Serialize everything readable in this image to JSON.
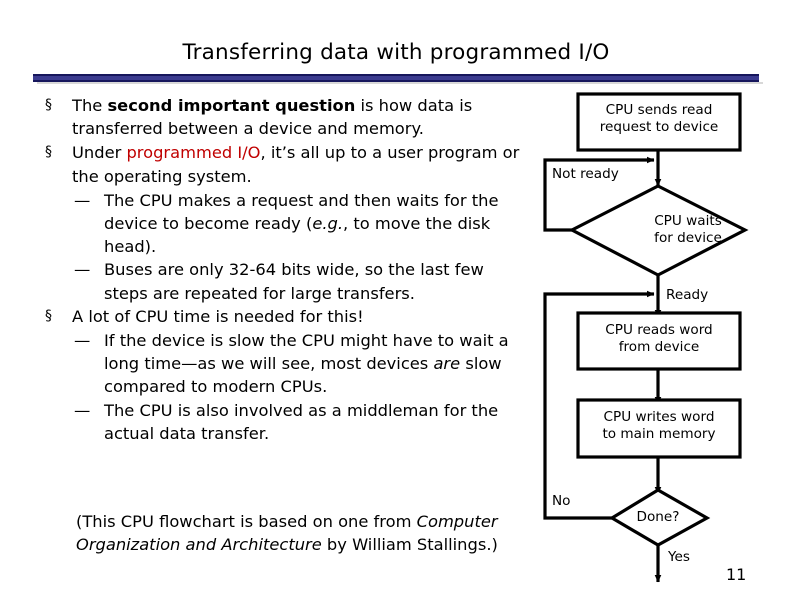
{
  "slide": {
    "title": "Transferring data with programmed I/O",
    "page_number": "11",
    "accent_color": "#3b3b8f",
    "accent_dark_color": "#16165c",
    "highlight_color": "#c00000"
  },
  "bullets": [
    {
      "level": 1,
      "marker": "§",
      "runs": [
        {
          "text": "The ",
          "style": "normal"
        },
        {
          "text": "second important question",
          "style": "bold"
        },
        {
          "text": " is how data is transferred between a device and memory.",
          "style": "normal"
        }
      ]
    },
    {
      "level": 1,
      "marker": "§",
      "runs": [
        {
          "text": "Under ",
          "style": "normal"
        },
        {
          "text": "programmed I/O",
          "style": "red"
        },
        {
          "text": ", it’s all up to a user program or the operating system.",
          "style": "normal"
        }
      ]
    },
    {
      "level": 2,
      "marker": "—",
      "runs": [
        {
          "text": "The CPU makes a request and then waits for the device to become ready (",
          "style": "normal"
        },
        {
          "text": "e.g.",
          "style": "italic"
        },
        {
          "text": ", to move the disk head).",
          "style": "normal"
        }
      ]
    },
    {
      "level": 2,
      "marker": "—",
      "runs": [
        {
          "text": "Buses are only 32-64 bits wide, so the last few steps are repeated for large transfers.",
          "style": "normal"
        }
      ]
    },
    {
      "level": 1,
      "marker": "§",
      "runs": [
        {
          "text": "A lot of CPU time is needed for this!",
          "style": "normal"
        }
      ]
    },
    {
      "level": 2,
      "marker": "—",
      "runs": [
        {
          "text": "If the device is slow the CPU might have to wait a long time—as we will see, most devices ",
          "style": "normal"
        },
        {
          "text": "are",
          "style": "italic"
        },
        {
          "text": " slow compared to modern CPUs.",
          "style": "normal"
        }
      ]
    },
    {
      "level": 2,
      "marker": "—",
      "runs": [
        {
          "text": "The CPU is also involved as a middleman for the actual data transfer.",
          "style": "normal"
        }
      ]
    }
  ],
  "note": {
    "runs": [
      {
        "text": "(This CPU flowchart is based on one from ",
        "style": "normal"
      },
      {
        "text": "Computer Organization and Architecture",
        "style": "italic"
      },
      {
        "text": " by William Stallings.)",
        "style": "normal"
      }
    ]
  },
  "flowchart": {
    "nodes": [
      {
        "id": "send-read-request",
        "shape": "process",
        "label_lines": [
          "CPU sends read",
          "request to device"
        ]
      },
      {
        "id": "cpu-waits",
        "shape": "decision",
        "label_lines": [
          "CPU waits",
          "for device"
        ]
      },
      {
        "id": "cpu-reads-word",
        "shape": "process",
        "label_lines": [
          "CPU reads word",
          "from device"
        ]
      },
      {
        "id": "cpu-writes-word",
        "shape": "process",
        "label_lines": [
          "CPU writes word",
          "to main memory"
        ]
      },
      {
        "id": "done",
        "shape": "decision",
        "label_lines": [
          "Done?"
        ]
      }
    ],
    "edge_labels": [
      {
        "id": "not-ready",
        "text": "Not ready"
      },
      {
        "id": "ready",
        "text": "Ready"
      },
      {
        "id": "no",
        "text": "No"
      },
      {
        "id": "yes",
        "text": "Yes"
      }
    ]
  }
}
